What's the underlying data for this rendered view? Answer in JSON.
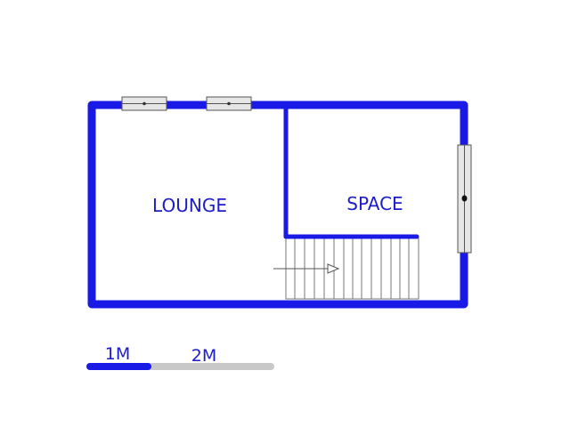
{
  "rooms": {
    "lounge": {
      "label": "LOUNGE"
    },
    "space": {
      "label": "SPACE"
    }
  },
  "scale_bar": {
    "label_1": "1M",
    "label_2": "2M"
  },
  "colors": {
    "wall": "#1a1ae6",
    "window_fill": "#e6e6e6",
    "window_stroke": "#555555",
    "stair_line": "#777777",
    "scale_filled": "#1a1ae6",
    "scale_empty": "#c8c8c8",
    "label": "#1c1cc8"
  }
}
